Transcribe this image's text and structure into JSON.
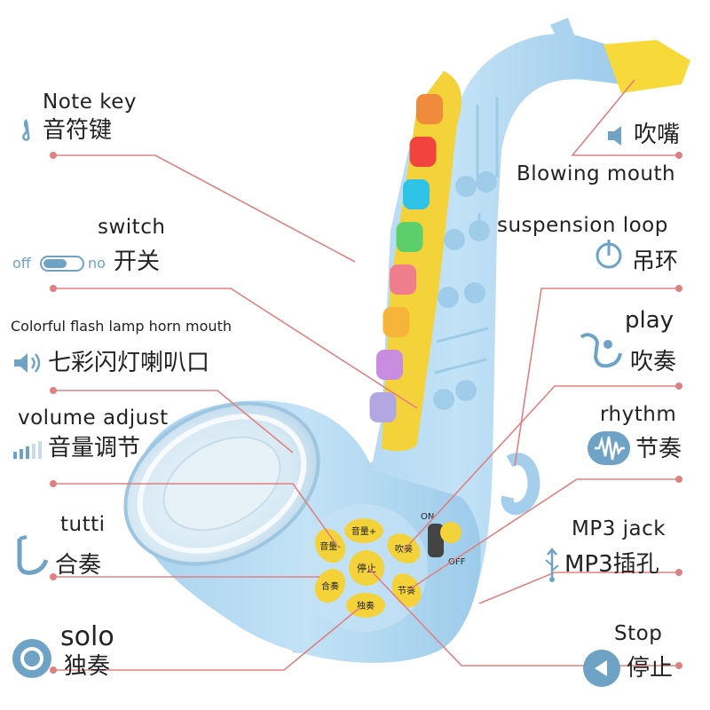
{
  "labels": {
    "note_key_en": "Note key",
    "note_key_cn": "音符键",
    "switch_en": "switch",
    "switch_cn": "开关",
    "switch_off": "off",
    "switch_on": "no",
    "flash_en": "Colorful flash lamp horn mouth",
    "flash_cn": "七彩闪灯喇叭口",
    "volume_en": "volume adjust",
    "volume_cn": "音量调节",
    "tutti_en": "tutti",
    "tutti_cn": "合奏",
    "solo_en": "solo",
    "solo_cn": "独奏",
    "blowing_en": "Blowing mouth",
    "blowing_cn": "吹嘴",
    "suspension_en": "suspension loop",
    "suspension_cn": "吊环",
    "play_en": "play",
    "play_cn": "吹奏",
    "rhythm_en": "rhythm",
    "rhythm_cn": "节奏",
    "mp3_en": "MP3 jack",
    "mp3_cn": "MP3插孔",
    "stop_en": "Stop",
    "stop_cn": "停止"
  },
  "panel_buttons": {
    "volume": "音量+",
    "blow": "吹奏",
    "rhythm": "节奏",
    "solo": "独奏",
    "tutti": "合奏",
    "volume_minus": "音量-",
    "stop": "停止"
  },
  "switch_marks": {
    "on": "ON",
    "off": "OFF"
  },
  "colors": {
    "body": "#b9dcf2",
    "accent": "#f4d23a",
    "line": "#e08080",
    "icon": "#6fa3c6",
    "keys": [
      "#f08a3c",
      "#f0443c",
      "#2fc3e8",
      "#5ccf6a",
      "#f07d8c",
      "#f7b43a",
      "#c98de0",
      "#b2a7e0"
    ]
  }
}
